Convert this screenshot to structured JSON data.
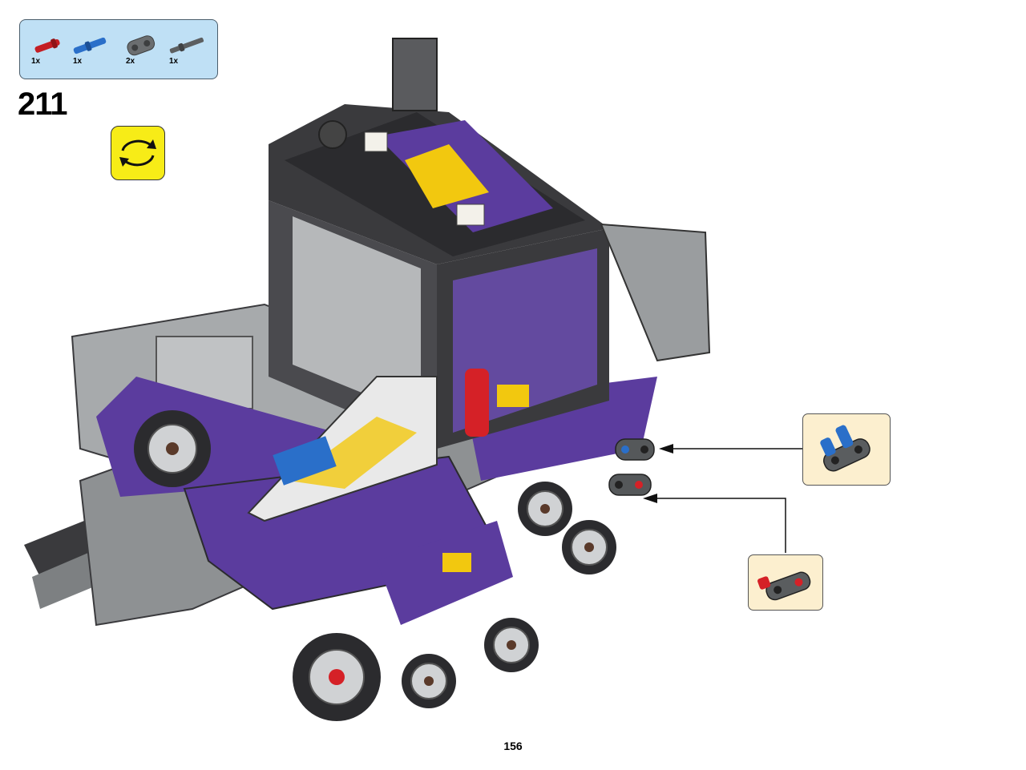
{
  "parts": [
    {
      "name": "red-axle-pin",
      "qty": "1x",
      "color": "#c41e24"
    },
    {
      "name": "blue-long-pin",
      "qty": "1x",
      "color": "#2a6fc9"
    },
    {
      "name": "gray-connector",
      "qty": "2x",
      "color": "#6b6e70"
    },
    {
      "name": "gray-axle",
      "qty": "1x",
      "color": "#5c5f61"
    }
  ],
  "step": {
    "number": "211"
  },
  "rotate_icon": {
    "color": "#f7ec17"
  },
  "page": {
    "number": "156"
  },
  "model": {
    "purple": "#5b3c9e",
    "dark": "#2b2b2e",
    "gray": "#9a9d9f",
    "yellow": "#f2c80f"
  }
}
